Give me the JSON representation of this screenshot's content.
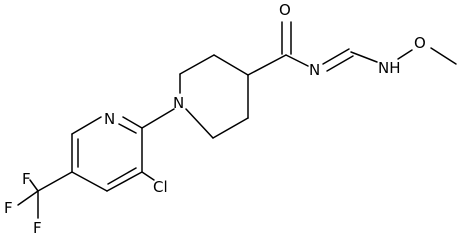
{
  "atoms": {
    "oxygen_carbonyl": "O",
    "nitrogen_imine": "N",
    "amine": "NH",
    "oxygen_methoxy": "O",
    "nitrogen_piperidine": "N",
    "nitrogen_pyridine": "N",
    "chlorine": "Cl",
    "fluorine_1": "F",
    "fluorine_2": "F",
    "fluorine_3": "F"
  },
  "colors": {
    "bond": "#000000",
    "label": "#000000",
    "background": "#ffffff"
  }
}
